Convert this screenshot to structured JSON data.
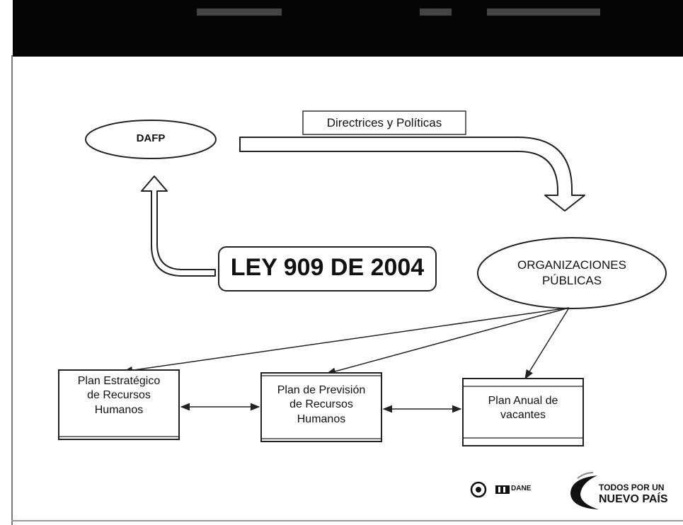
{
  "diagram": {
    "nodes": {
      "dafp": "DAFP",
      "directrices": "Directrices y Políticas",
      "ley": "LEY 909 DE 2004",
      "org_line1": "ORGANIZACIONES",
      "org_line2": "PÚBLICAS",
      "plan1_line1": "Plan Estratégico",
      "plan1_line2": "de Recursos",
      "plan1_line3": "Humanos",
      "plan2_line1": "Plan de Previsión",
      "plan2_line2": "de Recursos",
      "plan2_line3": "Humanos",
      "plan3_line1": "Plan Anual de",
      "plan3_line2": "vacantes"
    }
  },
  "footer": {
    "dane_label": "DANE",
    "slogan_line1": "TODOS POR UN",
    "slogan_line2": "NUEVO PAÍS"
  },
  "colors": {
    "header_bar": "#050505",
    "stroke": "#222222",
    "background": "#ffffff"
  }
}
